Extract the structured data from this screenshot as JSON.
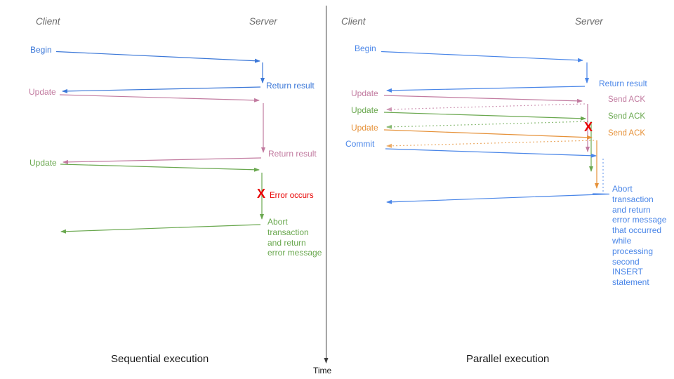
{
  "colors": {
    "blue_left": "#3c78d8",
    "blue_right": "#4a86e8",
    "pink": "#c27ba0",
    "green": "#6aa84f",
    "orange": "#e69138",
    "red": "#e80000",
    "header_gray": "#6a6a6a",
    "axis": "#3c3c3c",
    "text_black": "#1a1a1a"
  },
  "axis": {
    "label": "Time"
  },
  "left": {
    "caption": "Sequential execution",
    "client": "Client",
    "server": "Server",
    "labels": {
      "begin": "Begin",
      "return1": "Return result",
      "update1": "Update",
      "return2": "Return result",
      "update2": "Update",
      "x": "X",
      "error": "Error occurs",
      "abort": "Abort\ntransaction\nand return\nerror message"
    }
  },
  "right": {
    "caption": "Parallel execution",
    "client": "Client",
    "server": "Server",
    "labels": {
      "begin": "Begin",
      "return1": "Return result",
      "update1": "Update",
      "ack1": "Send ACK",
      "update2": "Update",
      "ack2": "Send ACK",
      "update3": "Update",
      "ack3": "Send ACK",
      "commit": "Commit",
      "x": "X",
      "abort": "Abort\ntransaction\nand return\nerror message\nthat occurred\nwhile\nprocessing\nsecond\nINSERT\nstatement"
    }
  }
}
